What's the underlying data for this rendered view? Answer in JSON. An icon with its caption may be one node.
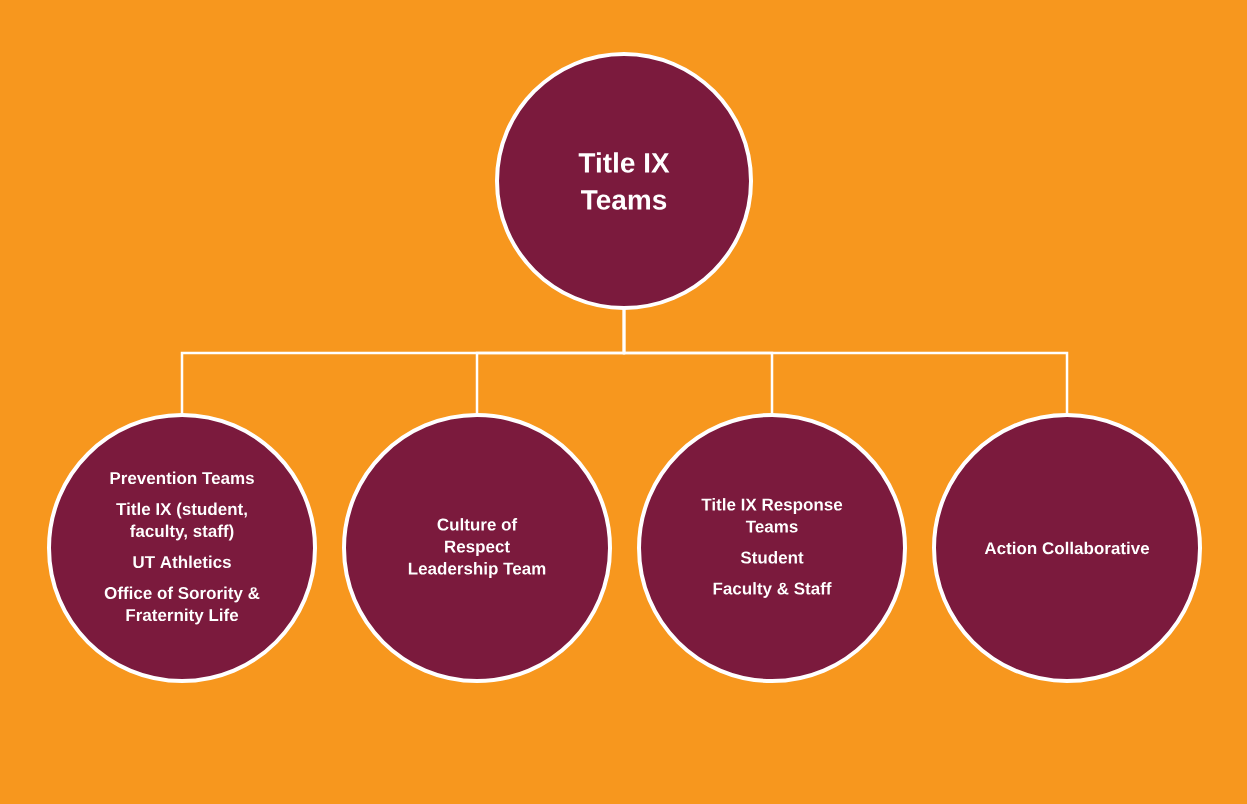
{
  "diagram": {
    "nodes": [
      {
        "text": [
          "Title IX Teams"
        ]
      },
      {
        "text": [
          "Prevention Teams",
          "Title IX (student, faculty, staff)",
          "UT Athletics",
          "Office of Sorority & Fraternity Life"
        ]
      },
      {
        "text": [
          "Culture of Respect Leadership Team"
        ]
      },
      {
        "text": [
          "Title IX Response Teams",
          "Student",
          "Faculty & Staff"
        ]
      },
      {
        "text": [
          "Action Collaborative"
        ]
      }
    ],
    "edges": [
      {
        "from": 0,
        "to": 1,
        "arrow": "none"
      },
      {
        "from": 0,
        "to": 2,
        "arrow": "none"
      },
      {
        "from": 0,
        "to": 3,
        "arrow": "none"
      },
      {
        "from": 0,
        "to": 4,
        "arrow": "none"
      }
    ]
  }
}
